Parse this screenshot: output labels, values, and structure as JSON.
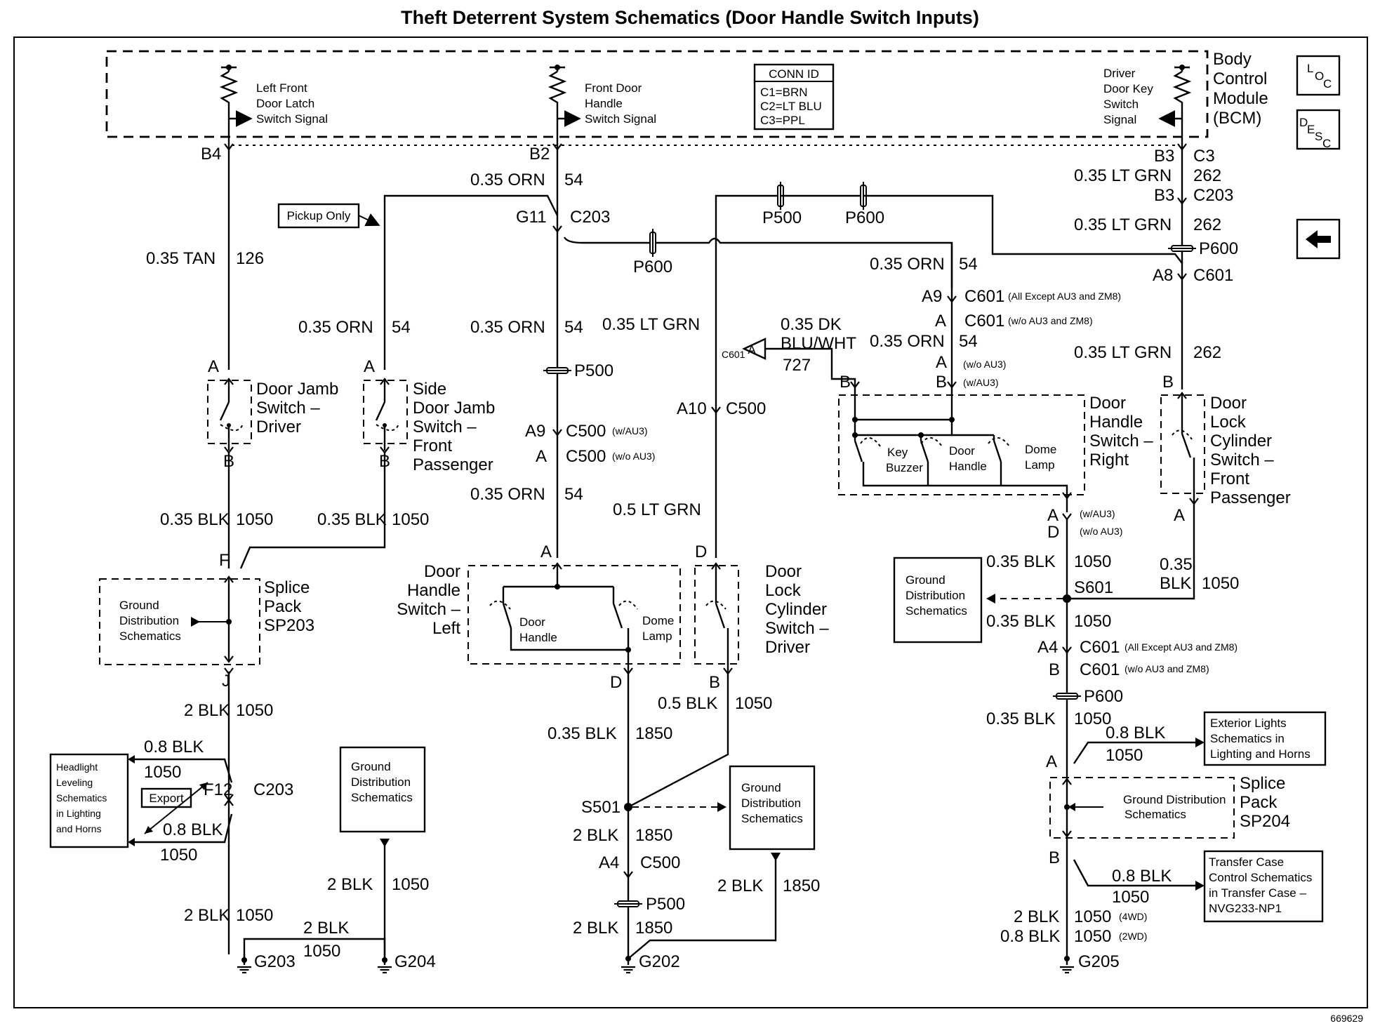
{
  "title": "Theft Deterrent System Schematics (Door Handle Switch Inputs)",
  "figure_id": "669629",
  "nav": {
    "loc": {
      "a": "L",
      "b": "O",
      "c": "C"
    },
    "desc": {
      "a": "D",
      "b": "E",
      "c": "S",
      "d": "C"
    },
    "back_icon": "left-arrow-icon"
  },
  "bcm": {
    "label": [
      "Body",
      "Control",
      "Module",
      "(BCM)"
    ],
    "sig_left": [
      "Left Front",
      "Door Latch",
      "Switch Signal"
    ],
    "sig_mid": [
      "Front Door",
      "Handle",
      "Switch Signal"
    ],
    "sig_right": [
      "Driver",
      "Door Key",
      "Switch",
      "Signal"
    ],
    "conn_id": {
      "title": "CONN ID",
      "rows": [
        "C1=BRN",
        "C2=LT BLU",
        "C3=PPL"
      ]
    }
  },
  "wire_left": {
    "pin_b4": "B4",
    "w_tan": "0.35 TAN",
    "c126": "126",
    "pickup_only": "Pickup Only",
    "w_orn": "0.35 ORN",
    "c54": "54",
    "pin_a1": "A",
    "pin_a2": "A",
    "dj_driver": [
      "Door Jamb",
      "Switch –",
      "Driver"
    ],
    "dj_pass": [
      "Side",
      "Door Jamb",
      "Switch –",
      "Front",
      "Passenger"
    ],
    "pin_b1": "B",
    "pin_b2": "B",
    "w_blk1": "0.35 BLK",
    "c1050a": "1050",
    "w_blk2": "0.35 BLK",
    "c1050b": "1050",
    "pin_f": "F",
    "pin_j": "J",
    "ground_dist": [
      "Ground",
      "Distribution",
      "Schematics"
    ],
    "splice": [
      "Splice",
      "Pack",
      "SP203"
    ],
    "w_2blk1": "2 BLK",
    "c1050c": "1050",
    "headlight": [
      "Headlight",
      "Leveling",
      "Schematics",
      "in Lighting",
      "and Horns"
    ],
    "w_08blk1": "0.8 BLK",
    "c1050d": "1050",
    "export": "Export",
    "pin_f12": "F12",
    "c203": "C203",
    "w_08blk2": "0.8 BLK",
    "c1050e": "1050",
    "w_2blk2": "2 BLK",
    "c1050f": "1050",
    "g203": "G203",
    "w_2blk3": "2 BLK",
    "c1050g": "1050",
    "g204": "G204",
    "ground_dist2": [
      "Ground",
      "Distribution",
      "Schematics"
    ],
    "w_2blk4": "2 BLK",
    "c1050h": "1050"
  },
  "wire_mid": {
    "pin_b2": "B2",
    "w_orn1": "0.35 ORN",
    "c54a": "54",
    "pin_g11": "G11",
    "c203": "C203",
    "p600": "P600",
    "p500a": "P500",
    "p600b": "P600",
    "w_orn2": "0.35 ORN",
    "c54b": "54",
    "w_ltgrn": "0.35 LT GRN",
    "p500": "P500",
    "pin_a9": "A9",
    "c500a": "C500",
    "wau3a": "(w/AU3)",
    "pin_a": "A",
    "c500b": "C500",
    "woau3a": "(w/o AU3)",
    "w_orn3": "0.35 ORN",
    "c54c": "54",
    "pin_a10": "A10",
    "c500c": "C500",
    "w_05ltgrn": "0.5 LT GRN",
    "dh_left": [
      "Door",
      "Handle",
      "Switch –",
      "Left"
    ],
    "door_handle": [
      "Door",
      "Handle"
    ],
    "dome_lamp": [
      "Dome",
      "Lamp"
    ],
    "pin_a_top": "A",
    "pin_d_top": "D",
    "dlc_driver": [
      "Door",
      "Lock",
      "Cylinder",
      "Switch –",
      "Driver"
    ],
    "pin_d": "D",
    "pin_b": "B",
    "w_05blk": "0.5 BLK",
    "c1050": "1050",
    "w_035blk": "0.35 BLK",
    "c1850a": "1850",
    "s501": "S501",
    "ground_dist": [
      "Ground",
      "Distribution",
      "Schematics"
    ],
    "w_2blk1": "2 BLK",
    "c1850b": "1850",
    "pin_a4": "A4",
    "c500d": "C500",
    "p500b": "P500",
    "w_2blk2": "2 BLK",
    "c1850c": "1850",
    "w_2blk3": "2 BLK",
    "c1850d": "1850",
    "g202": "G202"
  },
  "wire_right": {
    "w_dkblu": [
      "0.35 DK",
      "BLU/WHT"
    ],
    "c727": "727",
    "c601_conn": "C601",
    "conn_a": "A",
    "w_orn1": "0.35 ORN",
    "c54a": "54",
    "pin_a9": "A9",
    "c601a": "C601",
    "c601a_note": "(All Except AU3 and ZM8)",
    "pin_a": "A",
    "c601b": "C601",
    "c601b_note": "(w/o AU3 and ZM8)",
    "w_orn2": "0.35 ORN",
    "c54b": "54",
    "pin_a_b": "A",
    "woau3": "(w/o AU3)",
    "pin_b_b": "B",
    "wau3": "(w/AU3)",
    "pin_b_left": "B",
    "dh_right": [
      "Door",
      "Handle",
      "Switch –",
      "Right"
    ],
    "key_buzzer": [
      "Key",
      "Buzzer"
    ],
    "door_handle": [
      "Door",
      "Handle"
    ],
    "dome_lamp": [
      "Dome",
      "Lamp"
    ],
    "pin_a_bot": "A",
    "wau3b": "(w/AU3)",
    "pin_d_bot": "D",
    "woau3b": "(w/o AU3)",
    "ground_dist": [
      "Ground",
      "Distribution",
      "Schematics"
    ],
    "w_blk1": "0.35 BLK",
    "c1050a": "1050",
    "s601": "S601",
    "w_blk2": "0.35 BLK",
    "c1050b": "1050",
    "pin_a4": "A4",
    "c601c": "C601",
    "c601c_note": "(All Except AU3 and ZM8)",
    "pin_b": "B",
    "c601d": "C601",
    "c601d_note": "(w/o AU3 and ZM8)",
    "p600": "P600",
    "w_blk3": "0.35 BLK",
    "c1050c": "1050",
    "ext_lights": [
      "Exterior Lights",
      "Schematics in",
      "Lighting and Horns"
    ],
    "w_08blk1": "0.8 BLK",
    "c1050d": "1050",
    "pin_a_sp": "A",
    "splice": [
      "Splice",
      "Pack",
      "SP204"
    ],
    "ground_dist2": [
      "Ground Distribution",
      "Schematics"
    ],
    "pin_b_sp": "B",
    "transfer": [
      "Transfer Case",
      "Control Schematics",
      "in Transfer Case –",
      "NVG233-NP1"
    ],
    "w_08blk2": "0.8 BLK",
    "c1050e": "1050",
    "w_2blk": "2 BLK",
    "c1050f": "1050",
    "n4wd": "(4WD)",
    "w_08blk3": "0.8 BLK",
    "c1050g": "1050",
    "n2wd": "(2WD)",
    "g205": "G205"
  },
  "wire_far": {
    "pin_b3": "B3",
    "c3": "C3",
    "w_ltgrn1": "0.35 LT GRN",
    "c262a": "262",
    "pin_b3b": "B3",
    "c203": "C203",
    "w_ltgrn2": "0.35 LT GRN",
    "c262b": "262",
    "p600": "P600",
    "pin_a8": "A8",
    "c601": "C601",
    "w_ltgrn3": "0.35 LT GRN",
    "c262c": "262",
    "pin_b": "B",
    "dlc_pass": [
      "Door",
      "Lock",
      "Cylinder",
      "Switch –",
      "Front",
      "Passenger"
    ],
    "pin_a": "A",
    "w_blk": [
      "0.35",
      "BLK"
    ],
    "c1050": "1050"
  }
}
